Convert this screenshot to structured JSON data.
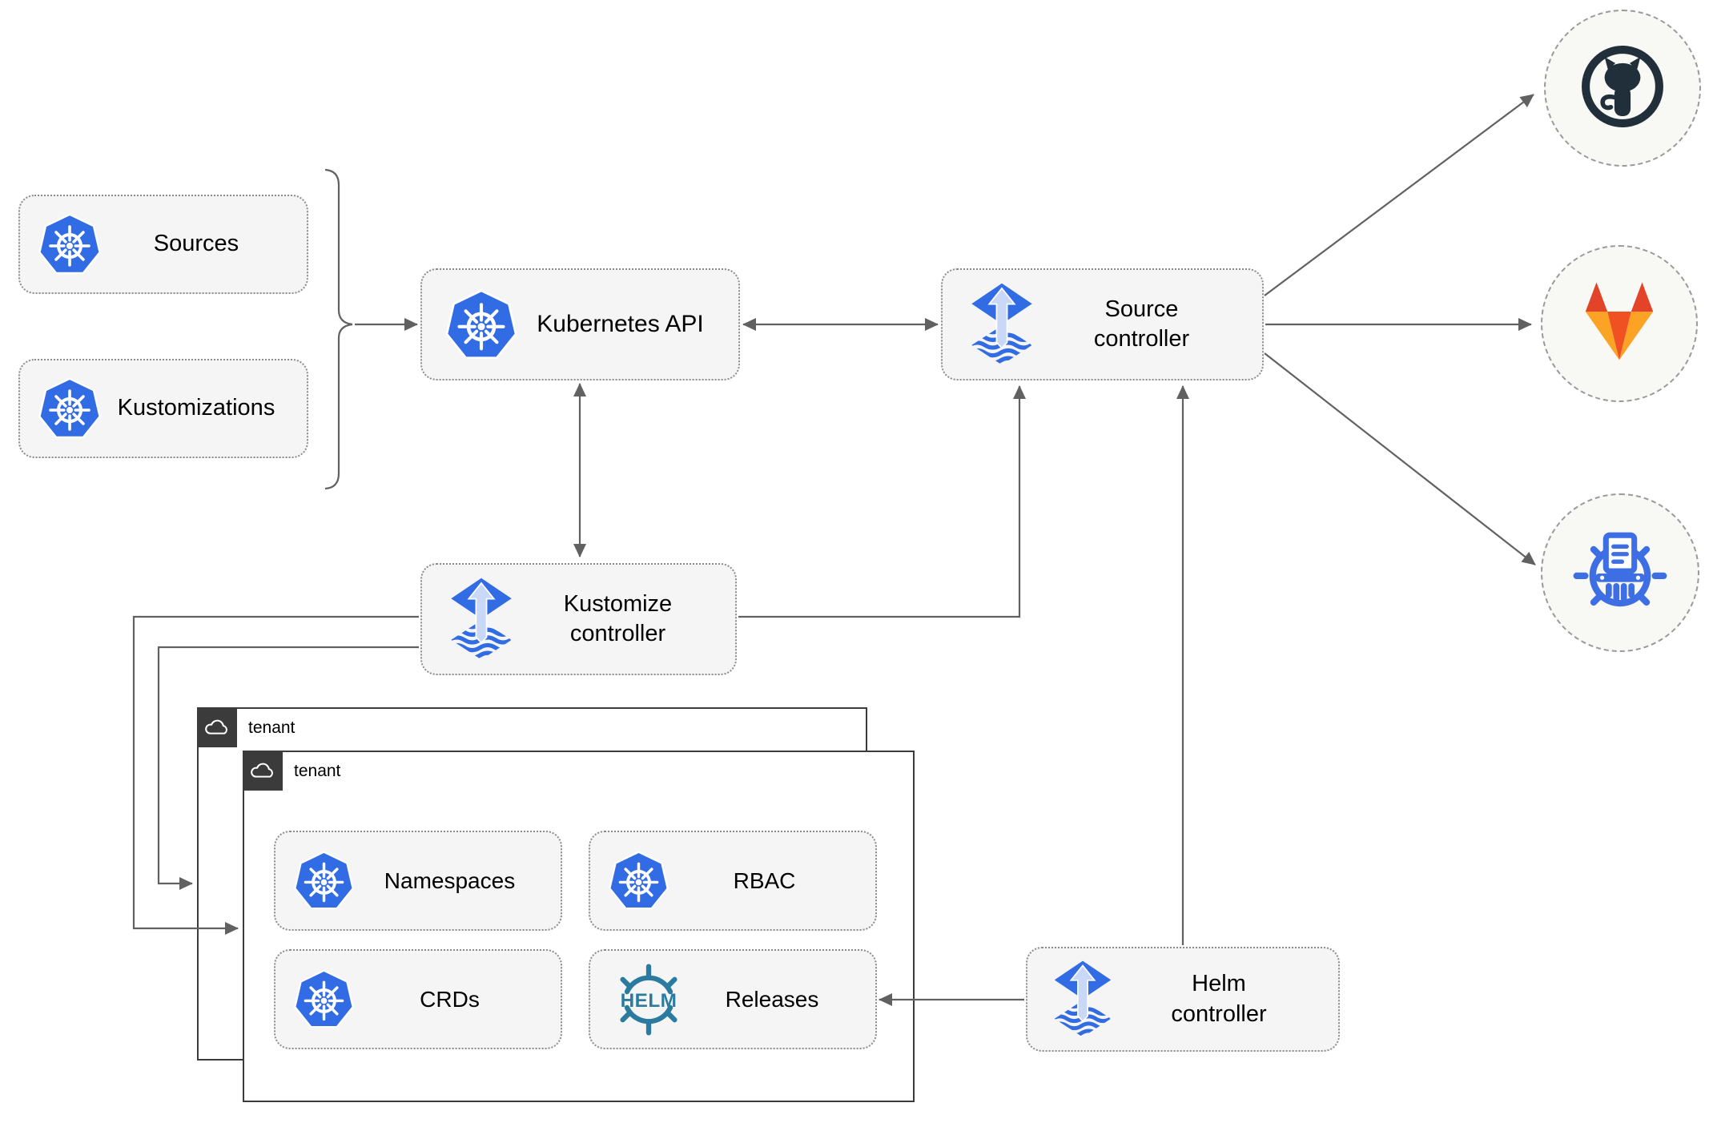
{
  "colors": {
    "box_fill": "#f5f5f5",
    "box_border": "#8c8c8c",
    "arrow_gray": "#616161",
    "tenant_dark": "#3b3b3b",
    "kubernetes_blue": "#326ce5",
    "flux_blue": "#316ce4",
    "flux_arrow_light": "#c9d8f6",
    "helm_teal": "#2b7ba1",
    "chartmuseum_blue": "#3e6ee3",
    "github_dark": "#212f3a",
    "gitlab_red": "#e24329",
    "gitlab_orange": "#ef5123",
    "gitlab_amber": "#fca326",
    "circle_fill": "#f8f8f5",
    "circle_border": "#9a9a9a"
  },
  "nodes": {
    "sources": {
      "label": "Sources"
    },
    "kustomizations": {
      "label": "Kustomizations"
    },
    "kubernetes_api": {
      "label": "Kubernetes API"
    },
    "source_controller": {
      "label": "Source\ncontroller"
    },
    "kustomize_controller": {
      "label": "Kustomize\ncontroller"
    },
    "helm_controller": {
      "label": "Helm\ncontroller"
    },
    "tenant_back": {
      "label": "tenant"
    },
    "tenant_front": {
      "label": "tenant"
    },
    "namespaces": {
      "label": "Namespaces"
    },
    "rbac": {
      "label": "RBAC"
    },
    "crds": {
      "label": "CRDs"
    },
    "releases": {
      "label": "Releases"
    }
  },
  "icons": {
    "helm_wordmark": "HELM"
  },
  "providers": [
    {
      "icon": "github-icon"
    },
    {
      "icon": "gitlab-icon"
    },
    {
      "icon": "chartmuseum-icon"
    }
  ],
  "edges": [
    {
      "from": "sources+kustomizations",
      "to": "kubernetes_api",
      "arrow": "end"
    },
    {
      "from": "kubernetes_api",
      "to": "source_controller",
      "arrow": "both"
    },
    {
      "from": "kubernetes_api",
      "to": "kustomize_controller",
      "arrow": "both"
    },
    {
      "from": "kustomize_controller",
      "to": "source_controller",
      "arrow": "end"
    },
    {
      "from": "helm_controller",
      "to": "source_controller",
      "arrow": "end"
    },
    {
      "from": "helm_controller",
      "to": "releases",
      "arrow": "end"
    },
    {
      "from": "kustomize_controller",
      "to": "tenant_front",
      "arrow": "end"
    },
    {
      "from": "kustomize_controller",
      "to": "tenant_back",
      "arrow": "end"
    },
    {
      "from": "source_controller",
      "to": "github",
      "arrow": "end"
    },
    {
      "from": "source_controller",
      "to": "gitlab",
      "arrow": "end"
    },
    {
      "from": "source_controller",
      "to": "chartmuseum",
      "arrow": "end"
    }
  ]
}
